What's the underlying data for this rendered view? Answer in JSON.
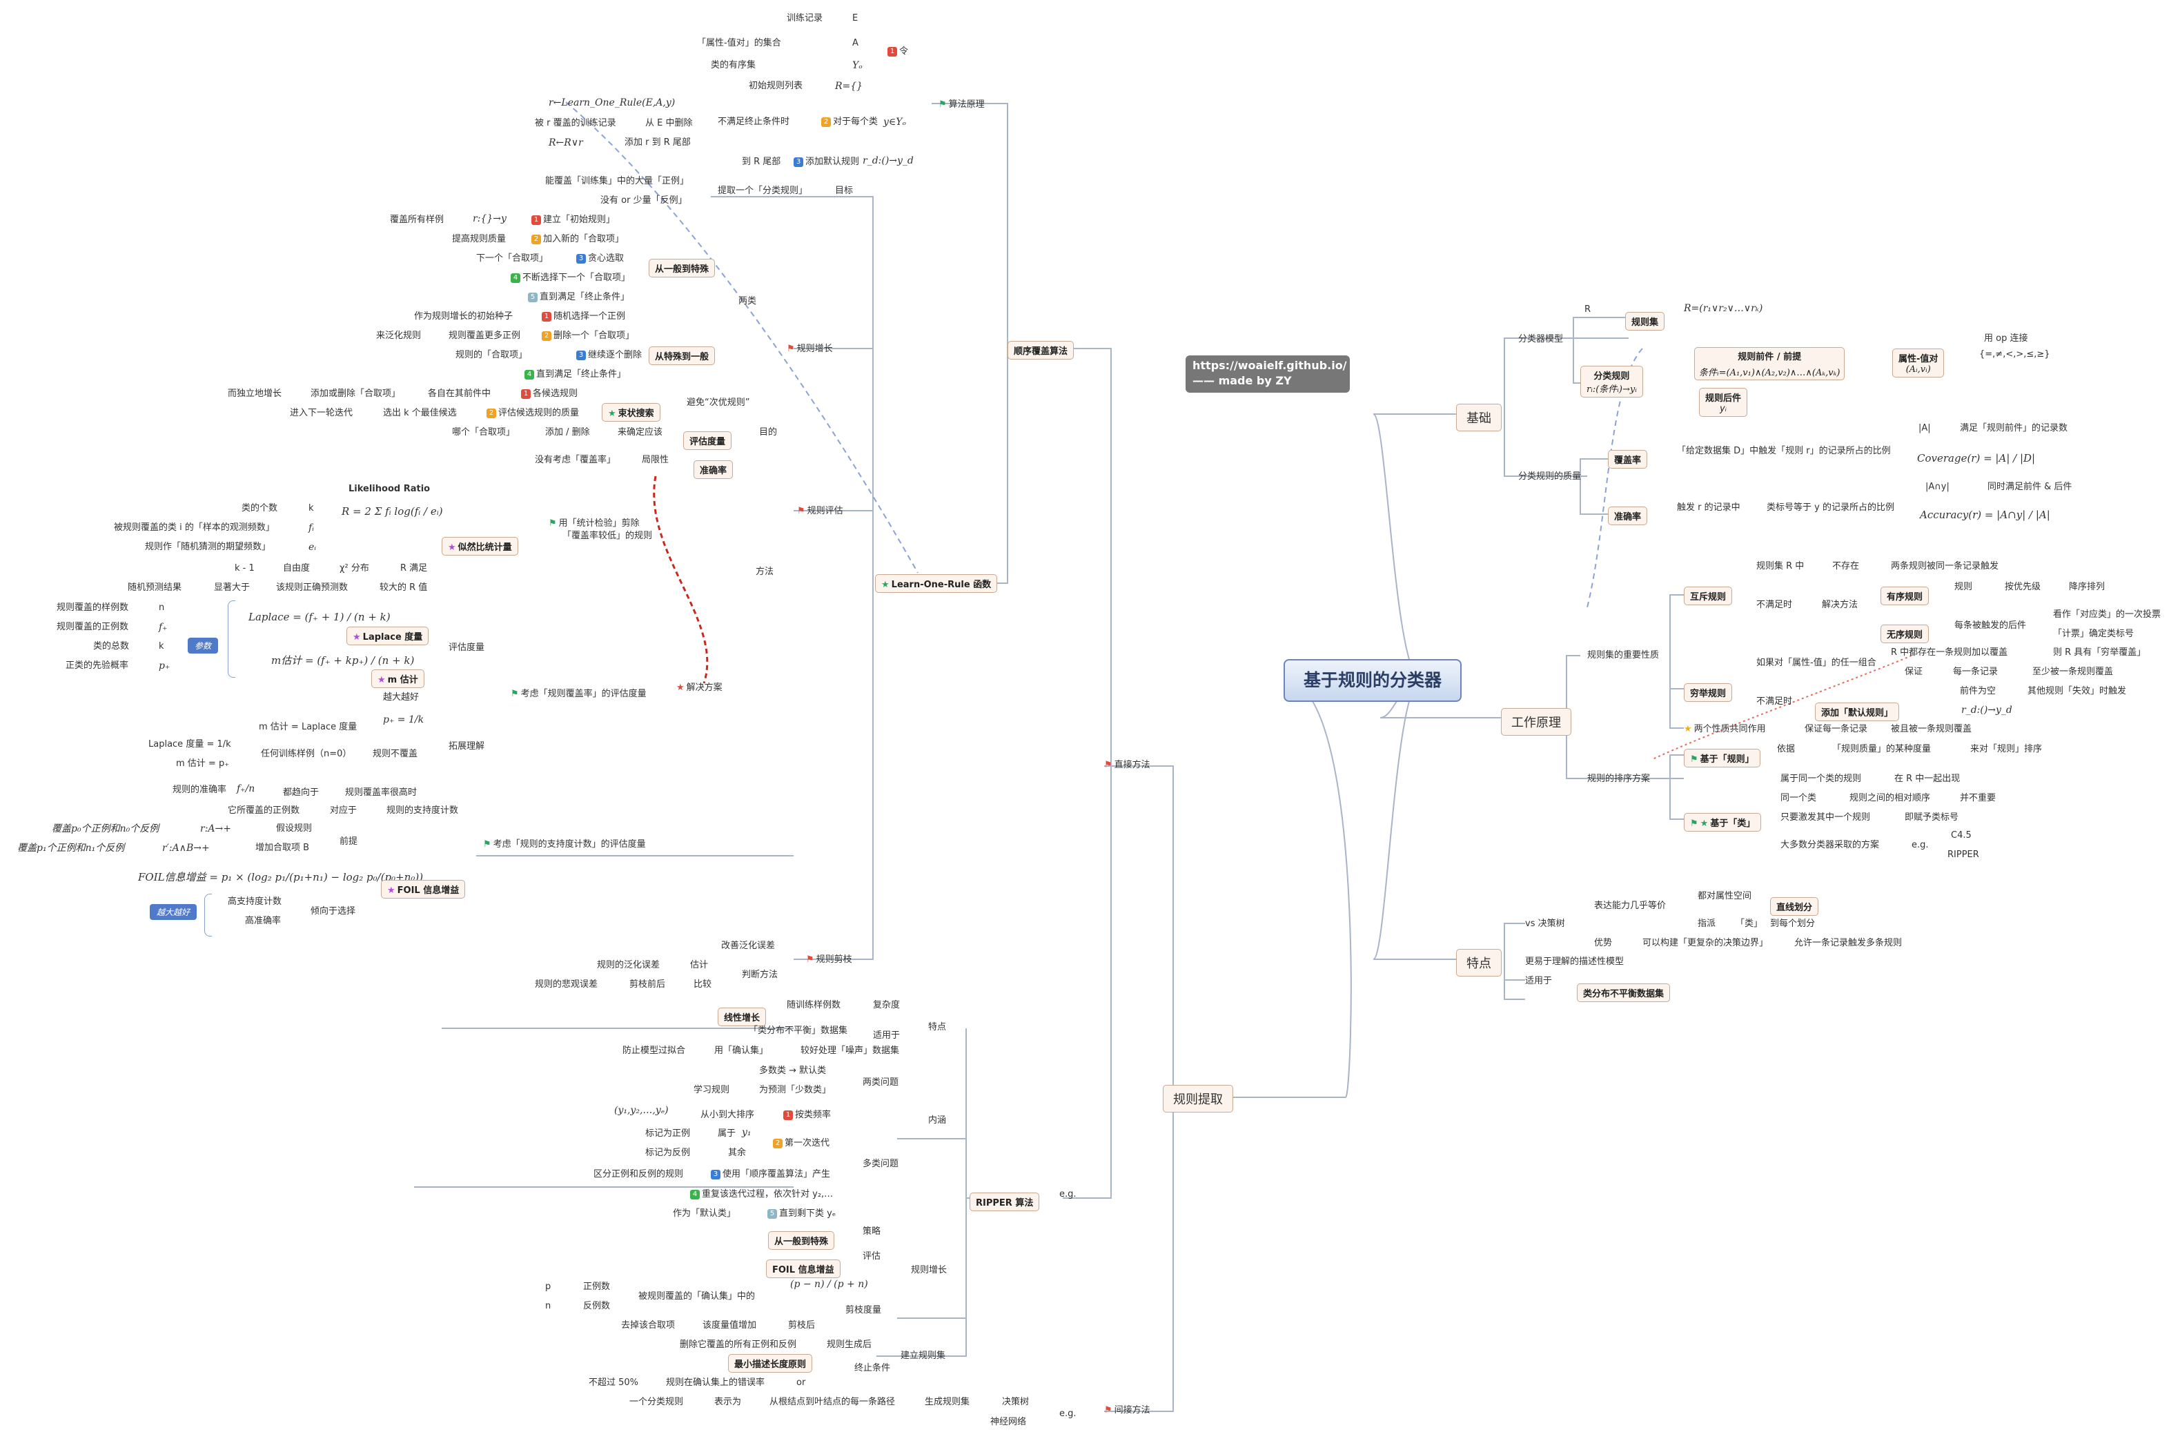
{
  "watermark": {
    "line1": "https://woaielf.github.io/",
    "line2": "—— made by ZY"
  },
  "root": "基于规则的分类器",
  "main": {
    "basic": "基础",
    "work": "工作原理",
    "feature": "特点",
    "extract": "规则提取"
  },
  "basic": {
    "model": "分类器模型",
    "R": "R",
    "ruleset": "规则集",
    "ruleset_formula": "R=(r₁∨r₂∨…∨rₖ)",
    "rule": "分类规则",
    "rule_formula": "rᵢ:(条件ᵢ)→yᵢ",
    "antecedent": "规则前件 / 前提",
    "cond_formula": "条件ᵢ=(A₁,v₁)∧(A₂,v₂)∧…∧(Aₖ,vₖ)",
    "attr_value": "属性-值对",
    "attr_formula": "(Aᵢ,vᵢ)",
    "op_link": "用 op 连接",
    "op_set": "{=,≠,<,>,≤,≥}",
    "consequent": "规则后件",
    "consequent_sym": "yᵢ",
    "quality": "分类规则的质量",
    "coverage": "覆盖率",
    "coverage_desc": "「给定数据集 D」中触发「规则 r」的记录所占的比例",
    "abs_a": "|A|",
    "coverage_note": "满足「规则前件」的记录数",
    "coverage_formula": "Coverage(r) = |A| / |D|",
    "accuracy": "准确率",
    "acc_trigger": "触发 r 的记录中",
    "acc_desc": "类标号等于 y 的记录所占的比例",
    "abs_ay": "|A∩y|",
    "acc_note": "同时满足前件 & 后件",
    "accuracy_formula": "Accuracy(r) = |A∩y| / |A|"
  },
  "work": {
    "props": "规则集的重要性质",
    "mutex": "互斥规则",
    "mutex_a": "规则集 R 中",
    "mutex_b": "不存在",
    "mutex_c": "两条规则被同一条记录触发",
    "unmet": "不满足时",
    "solution": "解决方法",
    "ordered": "有序规则",
    "ordered_a": "规则",
    "ordered_b": "按优先级",
    "ordered_c": "降序排列",
    "unordered": "无序规则",
    "unordered_a": "每条被触发的后件",
    "unordered_b": "看作「对应类」的一次投票",
    "unordered_c": "「计票」确定类标号",
    "exhaustive": "穷举规则",
    "exh_a": "如果对「属性-值」的任一组合",
    "exh_b": "R 中都存在一条规则加以覆盖",
    "exh_c": "则 R 具有「穷举覆盖」",
    "exh_d": "保证",
    "exh_e": "每一条记录",
    "exh_f": "至少被一条规则覆盖",
    "exh_unmet": "不满足时",
    "default_rule": "添加「默认规则」",
    "default_a": "前件为空",
    "default_b": "其他规则「失效」时触发",
    "default_formula": "r_d:()→y_d",
    "both": "两个性质共同作用",
    "both_a": "保证每一条记录",
    "both_b": "被且被一条规则覆盖",
    "order_scheme": "规则的排序方案",
    "by_rule": "基于「规则」",
    "by_rule_a": "依据",
    "by_rule_b": "「规则质量」的某种度量",
    "by_rule_c": "来对「规则」排序",
    "by_class": "基于「类」",
    "cls_a": "属于同一个类的规则",
    "cls_b": "在 R 中一起出现",
    "cls_c": "同一个类",
    "cls_d": "规则之间的相对顺序",
    "cls_e": "并不重要",
    "cls_f": "只要激发其中一个规则",
    "cls_g": "即赋予类标号",
    "cls_h": "大多数分类器采取的方案",
    "eg": "e.g.",
    "c45": "C4.5",
    "ripper": "RIPPER"
  },
  "feature": {
    "vs_tree": "vs 决策树",
    "power": "表达能力几乎等价",
    "orth": "都对属性空间",
    "rect": "直线划分",
    "rect_b": "「类」",
    "rect_c": "到每个划分",
    "rect_a": "指派",
    "adv": "优势",
    "adv_a": "可以构建「更复杂的决策边界」",
    "adv_b": "允许一条记录触发多条规则",
    "easier": "更易于理解的描述性模型",
    "suits": "适用于",
    "imbalanced": "类分布不平衡数据集"
  },
  "extract": {
    "direct": "直接方法",
    "indirect": "间接方法",
    "eg": "e.g.",
    "seq": "顺序覆盖算法",
    "algo": "算法原理",
    "let": "令",
    "train": "训练记录",
    "E": "E",
    "attr_set": "「属性-值对」的集合",
    "A": "A",
    "class_set": "类的有序集",
    "Yo": "Yₒ",
    "rule_list": "初始规则列表",
    "R_empty": "R={}",
    "for_each": "对于每个类",
    "y_in": "y∈Yₒ",
    "unmet_loop": "不满足终止条件时",
    "learn": "r←Learn_One_Rule(E,A,y)",
    "remove": "被 r 覆盖的训练记录",
    "remove_b": "从 E 中删除",
    "add": "R←R∨r",
    "add_b": "添加 r 到 R 尾部",
    "add_default": "添加默认规则",
    "default_formula": "r_d:()→y_d",
    "to_tail": "到 R 尾部",
    "lor": "Learn-One-Rule 函数",
    "goal": "目标",
    "goal_a": "提取一个「分类规则」",
    "goal_b": "能覆盖「训练集」中的大量「正例」",
    "goal_c": "没有 or 少量「反例」",
    "grow": "规则增长",
    "two": "两类",
    "g2s": "从一般到特殊",
    "g2s_1": "建立「初始规则」",
    "g2s_1f": "r:{}→y",
    "g2s_1n": "覆盖所有样例",
    "g2s_2": "加入新的「合取项」",
    "g2s_2n": "提高规则质量",
    "g2s_3": "贪心选取",
    "g2s_3n": "下一个「合取项」",
    "g2s_4": "不断选择下一个「合取项」",
    "g2s_5": "直到满足「终止条件」",
    "s2g": "从特殊到一般",
    "s2g_1": "随机选择一个正例",
    "s2g_1n": "作为规则增长的初始种子",
    "s2g_2": "删除一个「合取项」",
    "s2g_2a": "规则覆盖更多正例",
    "s2g_2n": "来泛化规则",
    "s2g_3": "继续逐个删除",
    "s2g_3n": "规则的「合取项」",
    "s2g_4": "直到满足「终止条件」",
    "beam": "束状搜索",
    "avoid": "避免“次优规则”",
    "beam_1": "各候选规则",
    "beam_1a": "各自在其前件中",
    "beam_1b": "添加或删除「合取项」",
    "beam_1c": "而独立地增长",
    "beam_2": "评估候选规则的质量",
    "beam_2a": "选出 k 个最佳候选",
    "beam_2b": "进入下一轮迭代",
    "eval": "规则评估",
    "eval_goal": "目的",
    "eval_metric": "评估度量",
    "eval_a": "来确定应该",
    "eval_b": "添加 / 删除",
    "eval_c": "哪个「合取项」",
    "acc": "准确率",
    "limit": "局限性",
    "limit_a": "没有考虑「覆盖率」",
    "method": "方法",
    "fix": "解决方案",
    "lrs": "似然比统计量",
    "lrs_title": "Likelihood Ratio",
    "lrs_formula": "R = 2 Σ fᵢ log(fᵢ / eᵢ)",
    "lrs_use": "用「统计检验」剪除",
    "lrs_use2": "「覆盖率较低」的规则",
    "k_classes": "类的个数",
    "k": "k",
    "fi_desc": "被规则覆盖的类 i 的「样本的观测频数」",
    "fi": "fᵢ",
    "ei_desc": "规则作「随机猜测的期望频数」",
    "ei": "eᵢ",
    "dof_a": "k - 1",
    "dof_b": "自由度",
    "chi": "χ² 分布",
    "chi_b": "R 满足",
    "rand_a": "随机预测结果",
    "rand_b": "显著大于",
    "rand_c": "该规则正确预测数",
    "rand_d": "较大的 R 值",
    "cover_eval": "考虑「规则覆盖率」的评估度量",
    "measure": "评估度量",
    "laplace": "Laplace 度量",
    "laplace_formula": "Laplace = (f₊ + 1) / (n + k)",
    "mest": "m 估计",
    "mest_formula": "m估计 = (f₊ + kp₊) / (n + k)",
    "params": "参数",
    "p_n": "规则覆盖的样例数",
    "n": "n",
    "p_f": "规则覆盖的正例数",
    "f": "f₊",
    "p_k": "类的总数",
    "p_p": "正类的先验概率",
    "p": "p₊",
    "larger": "越大越好",
    "p_over_k": "p₊ = 1/k",
    "expand": "拓展理解",
    "lap_k": "Laplace 度量 = 1/k",
    "m_eq": "m 估计 = Laplace 度量",
    "m_p": "m 估计 = p₊",
    "no_train": "任何训练样例（n=0）",
    "no_cover": "规则不覆盖",
    "acc_rule": "规则的准确率",
    "fn": "f₊/n",
    "tend": "都趋向于",
    "high": "规则覆盖率很高时",
    "support": "考虑「规则的支持度计数」的评估度量",
    "foil": "FOIL 信息增益",
    "foil_a": "它所覆盖的正例数",
    "foil_b": "对应于",
    "foil_c": "规则的支持度计数",
    "foil_pre": "前提",
    "foil_r": "r:A→+",
    "foil_r2": "r′:A∧B→+",
    "foil_ra": "假设规则",
    "foil_rb": "增加合取项 B",
    "cov0": "覆盖p₀个正例和n₀个反例",
    "cov1": "覆盖p₁个正例和n₁个反例",
    "foil_formula": "FOIL信息增益 = p₁ × (log₂ p₁/(p₁+n₁) − log₂ p₀/(p₀+n₀))",
    "bigger": "越大越好",
    "high_sup": "高支持度计数",
    "high_acc": "高准确率",
    "prefer": "倾向于选择",
    "prune": "规则剪枝",
    "prune_a": "改善泛化误差",
    "prune_b": "估计",
    "prune_c": "判断方法",
    "prune_d": "规则的泛化误差",
    "prune_e": "规则的悲观误差",
    "prune_f": "剪枝前后",
    "prune_g": "比较",
    "ripper": "RIPPER 算法",
    "trait": "特点",
    "complex": "复杂度",
    "linear": "线性增长",
    "linear_a": "随训练样例数",
    "fit": "适用于",
    "imb": "「类分布不平衡」数据集",
    "noise": "较好处理「噪声」数据集",
    "val": "用「确认集」",
    "overfit": "防止模型过拟合",
    "inner": "内涵",
    "two_cls": "两类问题",
    "two_a": "多数类 → 默认类",
    "two_b": "为预测「少数类」",
    "two_c": "学习规则",
    "multi": "多类问题",
    "m1": "按类频率",
    "m1a": "从小到大排序",
    "m1f": "(y₁,y₂,…,yₑ)",
    "m2": "第一次迭代",
    "m2a": "属于",
    "m2b": "y₁",
    "m2c": "标记为正例",
    "m2d": "其余",
    "m2e": "标记为反例",
    "m3": "使用「顺序覆盖算法」产生",
    "m3a": "区分正例和反例的规则",
    "m4": "重复该迭代过程，依次针对 y₂,…",
    "m5": "直到剩下类 yₑ",
    "m5a": "作为「默认类」",
    "g_strat": "策略",
    "g_eval": "评估",
    "foil_g": "FOIL 信息增益",
    "prune_m": "剪枝度量",
    "pn_formula": "(p − n) / (p + n)",
    "p_pos": "正例数",
    "p_sym": "p",
    "n_neg": "反例数",
    "n_sym": "n",
    "val_cover": "被规则覆盖的「确认集」中的",
    "prune_after": "剪枝后",
    "measure_up": "该度量值增加",
    "del_conj": "去掉该合取项",
    "build": "建立规则集",
    "after_gen": "规则生成后",
    "del_all": "删除它覆盖的所有正例和反例",
    "stop": "终止条件",
    "mdl": "最小描述长度原则",
    "or": "or",
    "err": "规则在确认集上的错误率",
    "over50": "不超过 50%",
    "ind_gen": "生成规则集",
    "ind_tree": "决策树",
    "ind_a": "从根结点到叶结点的每一条路径",
    "ind_b": "表示为",
    "ind_c": "一个分类规则",
    "ind_nn": "神经网络"
  },
  "colors": {
    "accent": "#2b3e66",
    "box_border": "#c9a991",
    "line": "#a8b4c8",
    "flag": "#e24a3b",
    "dashed_red": "#c8281e",
    "dashed_blue": "#8aa2d8"
  }
}
